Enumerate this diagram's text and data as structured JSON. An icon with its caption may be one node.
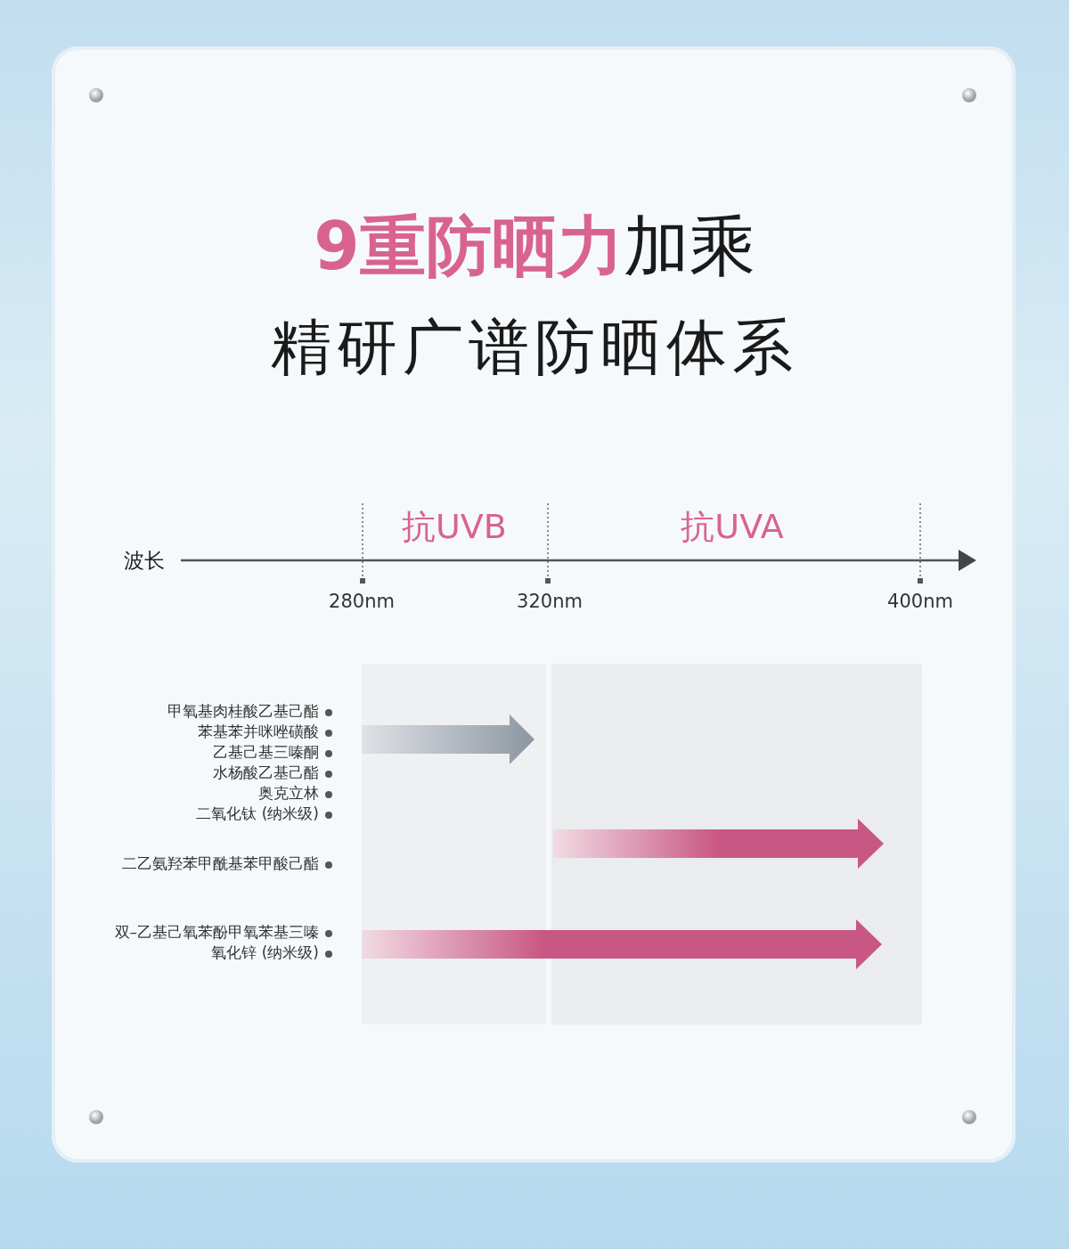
{
  "diagram": {
    "title": "**9重防晒力**加乘",
    "labels": [
      "精研广谱防晒体系",
      "波长",
      "抗UVB",
      "抗UVA",
      "280nm",
      "320nm",
      "400nm",
      "甲氧基肉桂酸乙基己酯",
      "苯基苯并咪唑磺酸",
      "乙基己基三嗪酮",
      "水杨酸乙基己酯",
      "奥克立林",
      "二氧化钛 (纳米级)",
      "二乙氨羟苯甲酰基苯甲酸己酯",
      "双–乙基己氧苯酚甲氧苯基三嗪",
      "氧化锌 (纳米级)"
    ]
  }
}
